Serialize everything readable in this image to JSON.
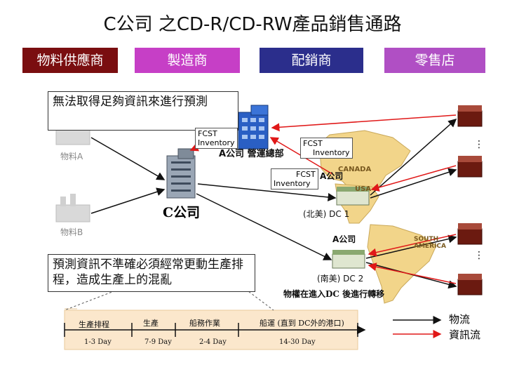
{
  "title": "C公司 之CD-R/CD-RW產品銷售通路",
  "headers": {
    "supplier": "物料供應商",
    "manufacturer": "製造商",
    "distributor": "配銷商",
    "retailer": "零售店"
  },
  "notes": {
    "forecast_problem": "無法取得足夠資訊來進行預測",
    "schedule_problem": "預測資訊不準確必須經常更動生產排程，造成生產上的混亂"
  },
  "nodes": {
    "material_a": "物料A",
    "material_b": "物料B",
    "company_c": "C公司",
    "hq": "A公司 營運總部",
    "company_a_1": "A公司",
    "company_a_2": "A公司",
    "dc1": "(北美) DC 1",
    "dc2": "(南美) DC 2",
    "canada": "CANADA",
    "usa": "USA",
    "south_america": "SOUTH AMERICA",
    "ownership_note": "物權在進入DC 後進行轉移"
  },
  "info_labels": {
    "fcst_1": "FCST",
    "inventory_1": "Inventory",
    "fcst_2": "FCST",
    "inventory_2": "Inventory",
    "fcst_3": "FCST",
    "inventory_3": "Inventory"
  },
  "timeline": {
    "stages": [
      "生產排程",
      "生產",
      "船務作業",
      "船運 (直到 DC外的港口)"
    ],
    "durations": [
      "1-3 Day",
      "7-9 Day",
      "2-4 Day",
      "14-30 Day"
    ]
  },
  "legend": {
    "material_flow": "物流",
    "info_flow": "資訊流"
  },
  "colors": {
    "supplier": "#7a0e10",
    "manufacturer": "#c63fc6",
    "distributor": "#2b2e8c",
    "retailer": "#b04fc4",
    "material_arrow": "#111111",
    "info_arrow": "#e01818"
  }
}
